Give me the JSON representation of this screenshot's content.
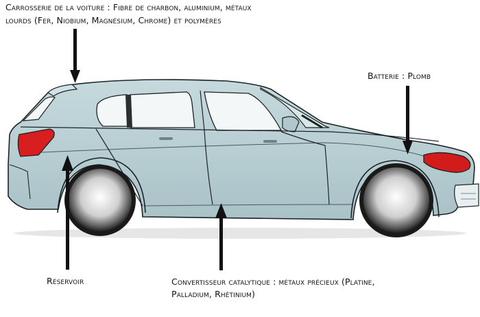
{
  "labels": {
    "carrosserie": {
      "line1": "Carrosserie de la voiture : Fibre de charbon, aluminium, métaux",
      "line2": "lourds (Fer, Niobium, Magnésium, Chrome) et polymères"
    },
    "batterie": "Batterie : Plomb",
    "reservoir": "Réservoir",
    "convertisseur": {
      "line1": "Convertisseur catalytique :  métaux précieux (Platine,",
      "line2": "Palladium, Rhétinium)"
    }
  },
  "colors": {
    "body": "#b9d0d4",
    "body_shade": "#9fb9be",
    "outline": "#1c2326",
    "tail_light": "#d81e1e",
    "head_light": "#d21c1c",
    "window": "#f4f7f7",
    "tire": "#1a1a1a",
    "hub": "#cfcfcf",
    "arrow": "#111111",
    "text": "#111111"
  }
}
